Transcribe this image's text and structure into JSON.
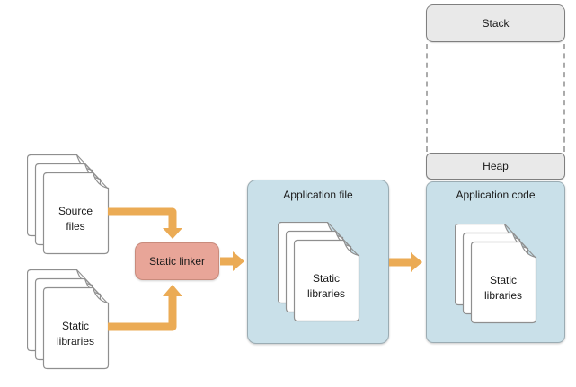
{
  "colors": {
    "arrow": "#EBAB55",
    "linker_fill": "#E8A598",
    "linker_border": "#C98B7C",
    "container_blue_fill": "#C9E0E9",
    "container_blue_border": "#9BACB3",
    "memory_gray_fill": "#E9E9E9",
    "memory_gray_border": "#7F7F7F",
    "page_outline": "#8F8F8F"
  },
  "nodes": {
    "source_files": {
      "label": "Source\nfiles"
    },
    "static_libraries": {
      "label": "Static\nlibraries"
    },
    "static_linker": {
      "label": "Static linker"
    },
    "application_file": {
      "title": "Application file",
      "stack_label": "Static\nlibraries"
    },
    "memory": {
      "stack": {
        "label": "Stack"
      },
      "heap": {
        "label": "Heap"
      },
      "application_code": {
        "title": "Application code",
        "stack_label": "Static\nlibraries"
      }
    }
  }
}
